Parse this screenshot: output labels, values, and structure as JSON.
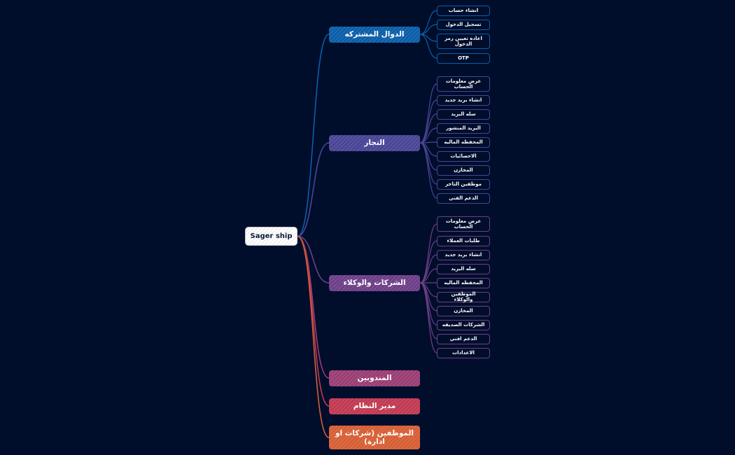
{
  "root": {
    "label": "Sager ship"
  },
  "branches": [
    {
      "id": "shared",
      "label": "الدوال المشتركه",
      "color": "#0b5ea8",
      "leaves": [
        "انشاء حساب",
        "تسجيل الدخول",
        "اعاده تعيين رمز الدخول",
        "OTP"
      ]
    },
    {
      "id": "merchants",
      "label": "التجار",
      "color": "#4a4596",
      "leaves": [
        "عرض معلومات الحساب",
        "انشاء بريد جديد",
        "سله البريد",
        "البريد المنشور",
        "المحفظه الماليه",
        "الاحصائيات",
        "المخازن",
        "موظفين التاجر",
        "الدعم الفني"
      ]
    },
    {
      "id": "companies",
      "label": "الشركات والوكلاء",
      "color": "#6e3f88",
      "leaves": [
        "عرض معلومات الحساب",
        "طلبات العملاء",
        "انشاء بريد جديد",
        "سله البريد",
        "المحفظه الماليه",
        "الموظفين والوكلاء",
        "المخازن",
        "الشركات الصديقه",
        "الدعم افني",
        "الاعدادات"
      ]
    },
    {
      "id": "delegates",
      "label": "المندوبين",
      "color": "#9a3e73",
      "leaves": []
    },
    {
      "id": "admin",
      "label": "مدير النظام",
      "color": "#c13a52",
      "leaves": []
    },
    {
      "id": "employees",
      "label": "الموظفين (شركات او ادارة)",
      "color": "#d75f35",
      "leaves": []
    }
  ]
}
